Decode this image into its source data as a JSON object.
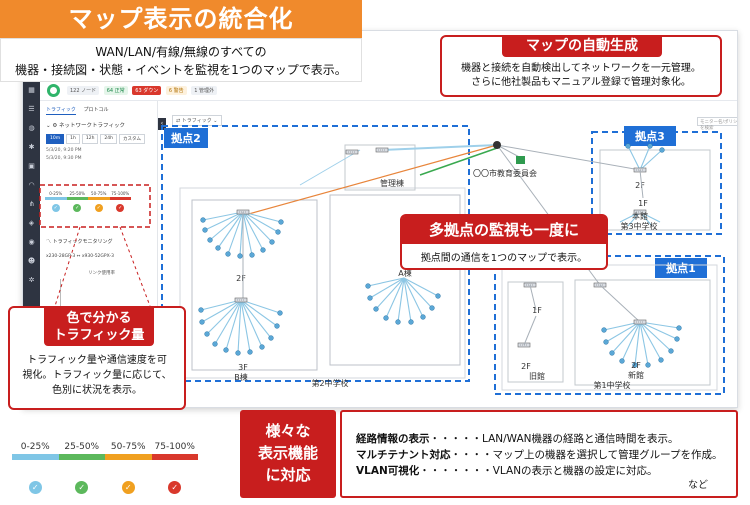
{
  "title": "マップ表示の統合化",
  "subtitle": [
    "WAN/LAN/有線/無線のすべての",
    "機器・接続図・状態・イベントを監視を1つのマップで表示。"
  ],
  "auto": {
    "title": "マップの自動生成",
    "body": [
      "機器と接続を自動検出してネットワークを一元管理。",
      "さらに他社製品もマニュアル登録で管理対象化。"
    ]
  },
  "multi": {
    "title": "多拠点の監視も一度に",
    "body": "拠点間の通信を1つのマップで表示。"
  },
  "color": {
    "title": [
      "色で分かる",
      "トラフィック量"
    ],
    "body": [
      "トラフィック量や通信速度を可",
      "視化。トラフィック量に応じて、",
      "色別に状況を表示。"
    ]
  },
  "various": [
    "様々な",
    "表示機能",
    "に対応"
  ],
  "features": [
    {
      "name": "経路情報の表示",
      "dots": "・・・・・",
      "desc": "LAN/WAN機器の経路と通信時間を表示。"
    },
    {
      "name": "マルチテナント対応",
      "dots": "・・・・",
      "desc": "マップ上の機器を選択して管理グループを作成。"
    },
    {
      "name": "VLAN可視化",
      "dots": "・・・・・・・",
      "desc": "VLANの表示と機器の設定に対応。"
    }
  ],
  "features_etc": "など",
  "legend": {
    "ranges": [
      "0-25%",
      "25-50%",
      "50-75%",
      "75-100%"
    ],
    "colors": [
      "#7fc6e6",
      "#5cb85c",
      "#f0a020",
      "#d9382c"
    ],
    "icons": [
      "check-icon",
      "check-icon",
      "check-icon",
      "check-icon"
    ]
  },
  "ui": {
    "counts": [
      "122 ノード",
      "64 正常",
      "63 ダウン",
      "6 警告",
      "1 管理外"
    ],
    "tabs": [
      "トラフィック",
      "プロトコル"
    ],
    "net_title": "ネットワークトラフィック",
    "time_buttons": [
      "10m",
      "1h",
      "12h",
      "24h",
      "カスタム"
    ],
    "times": [
      "5/3/20, 9:20 PM",
      "5/3/20, 9:30 PM"
    ],
    "mon_title": "トラフィックモニタリング",
    "link": "x230-28GP-3 ↔ x930-52GPX-3",
    "usage_title": "リンク使用率",
    "toolbar_label": "トラフィック",
    "search_placeholder": "モニター名/ポリシーを検索"
  },
  "map": {
    "site2": "拠点2",
    "site3": "拠点3",
    "site1": "拠点1",
    "labels": {
      "kanri": "管理棟",
      "board": "〇〇市教育委員会",
      "2f_a": "2F",
      "a_building": "A棟",
      "3f_b": "3F",
      "b_building": "B棟",
      "school2": "第2中学校",
      "2f_s3": "2F",
      "1f_s3": "1F",
      "main_s3": "本館",
      "school3": "第3中学校",
      "1f_s1": "1F",
      "2f_s1old": "2F",
      "old_s1": "旧館",
      "2f_s1new": "2F",
      "new_s1": "新館",
      "school1": "第1中学校"
    }
  }
}
